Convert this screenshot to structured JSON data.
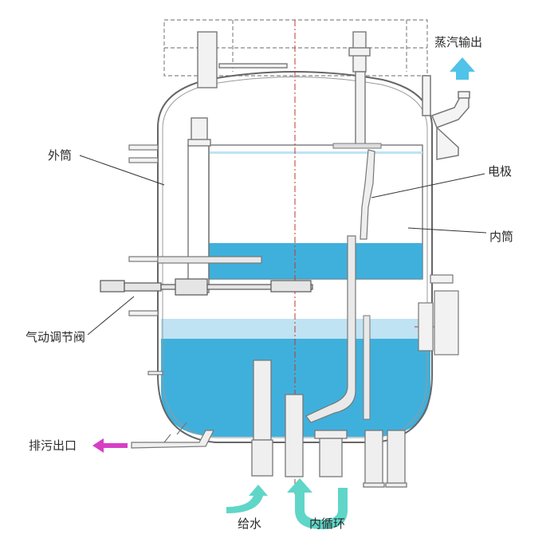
{
  "labels": {
    "steam_outlet": "蒸汽输出",
    "outer_shell": "外筒",
    "electrode": "电极",
    "inner_shell": "内筒",
    "pneumatic_valve": "气动调节阀",
    "drain_outlet": "排污出口",
    "feed_water": "给水",
    "internal_circulation": "内循环"
  },
  "colors": {
    "water": "#2aa7d8",
    "water_light": "#bfe3f3",
    "steel": "#7a7a7a",
    "steam_arrow": "#4fc3e8",
    "feed_arrow": "#5fd6c8",
    "drain_arrow": "#d63fc4",
    "centerline": "#c0392b"
  }
}
